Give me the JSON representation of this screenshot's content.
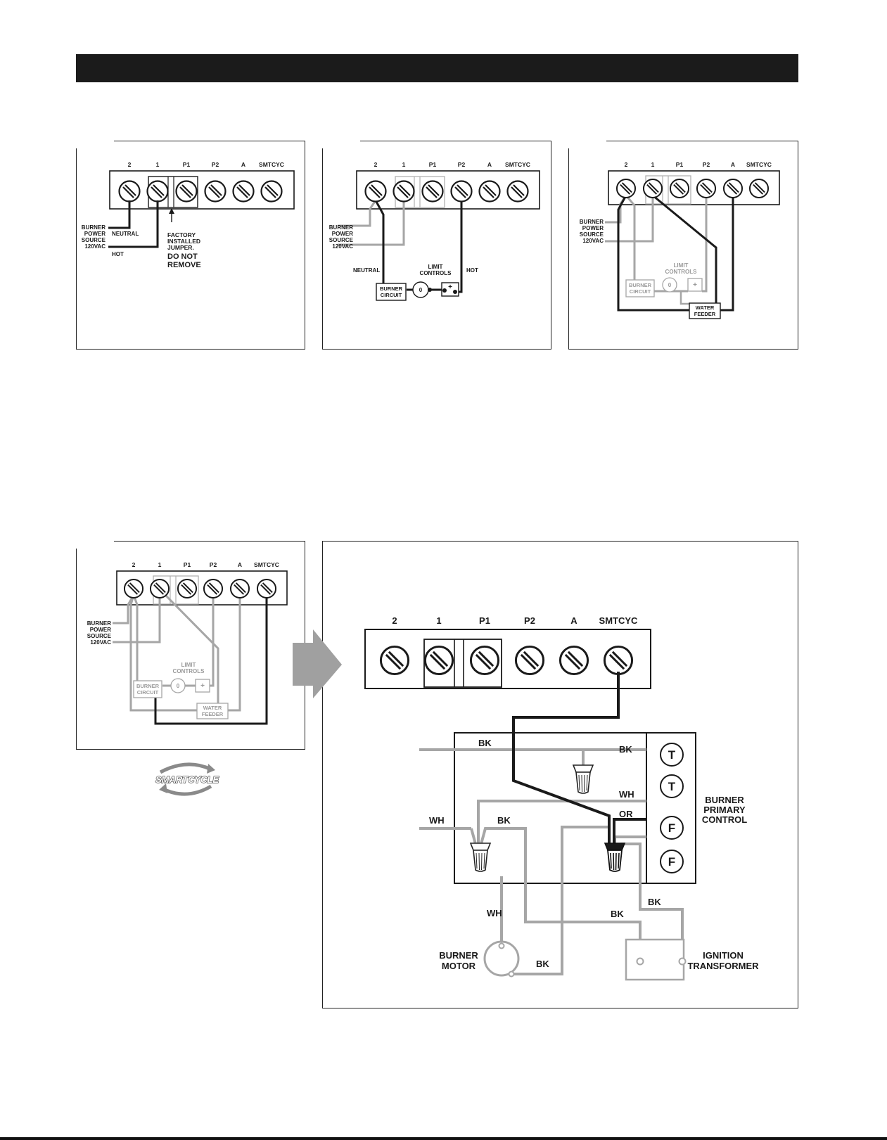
{
  "terminal_labels": [
    "2",
    "1",
    "P1",
    "P2",
    "A",
    "SMTCYC"
  ],
  "diagram1": {
    "source_label": [
      "BURNER",
      "POWER",
      "SOURCE",
      "120VAC"
    ],
    "neutral": "NEUTRAL",
    "hot": "HOT",
    "jumper_note": [
      "FACTORY",
      "INSTALLED",
      "JUMPER."
    ],
    "warning": [
      "DO NOT",
      "REMOVE"
    ]
  },
  "diagram2": {
    "source_label": [
      "BURNER",
      "POWER",
      "SOURCE",
      "120VAC"
    ],
    "neutral": "NEUTRAL",
    "hot": "HOT",
    "limit_controls": [
      "LIMIT",
      "CONTROLS"
    ],
    "burner_circuit": [
      "BURNER",
      "CIRCUIT"
    ],
    "sym_zero": "0",
    "sym_plus": "+"
  },
  "diagram3": {
    "source_label": [
      "BURNER",
      "POWER",
      "SOURCE",
      "120VAC"
    ],
    "limit_controls": [
      "LIMIT",
      "CONTROLS"
    ],
    "burner_circuit": [
      "BURNER",
      "CIRCUIT"
    ],
    "water_feeder": [
      "WATER",
      "FEEDER"
    ],
    "sym_zero": "0",
    "sym_plus": "+"
  },
  "diagram4": {
    "source_label": [
      "BURNER",
      "POWER",
      "SOURCE",
      "120VAC"
    ],
    "limit_controls": [
      "LIMIT",
      "CONTROLS"
    ],
    "burner_circuit": [
      "BURNER",
      "CIRCUIT"
    ],
    "water_feeder": [
      "WATER",
      "FEEDER"
    ],
    "sym_zero": "0",
    "sym_plus": "+"
  },
  "logo_text": "SMARTCYCLE",
  "diagram5": {
    "wire_bk": "BK",
    "wire_wh": "WH",
    "wire_or": "OR",
    "terminal_t": "T",
    "terminal_f": "F",
    "primary_control": [
      "BURNER",
      "PRIMARY",
      "CONTROL"
    ],
    "burner_motor": [
      "BURNER",
      "MOTOR"
    ],
    "ignition_transformer": [
      "IGNITION",
      "TRANSFORMER"
    ]
  },
  "colors": {
    "wire_dark": "#1a1a1a",
    "wire_gray": "#a6a6a6",
    "header_bar": "#1b1b1b"
  }
}
